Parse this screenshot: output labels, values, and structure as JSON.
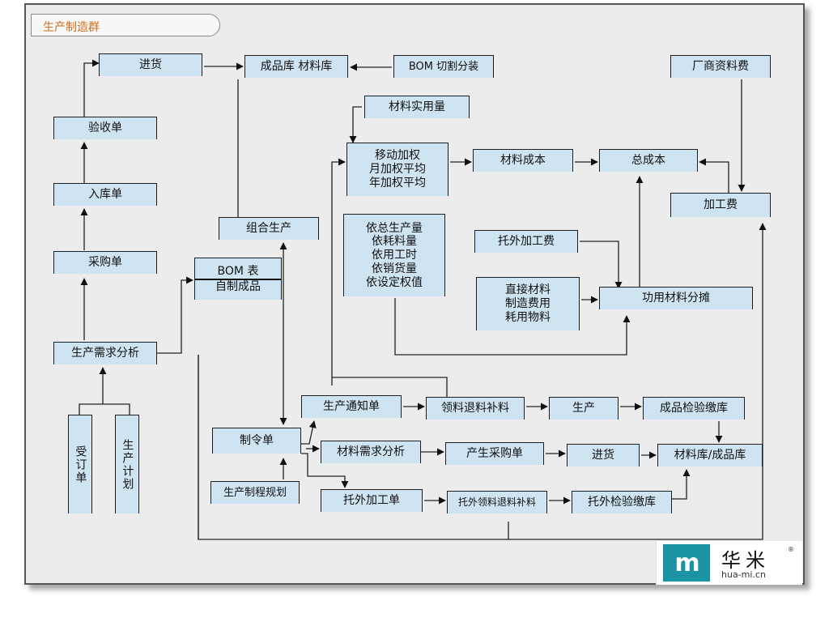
{
  "title": "生产制造群",
  "nodes": {
    "jinhuo_top": "进货",
    "chengpinku": "成品库 材料库",
    "bom_cut": "BOM 切割分装",
    "changshang": "厂商资料费",
    "yanshou": "验收单",
    "cailiao_shiyong": "材料实用量",
    "ruku": "入库单",
    "avg_1": "移动加权",
    "avg_2": "月加权平均",
    "avg_3": "年加权平均",
    "cailiao_chengben": "材料成本",
    "zong_chengben": "总成本",
    "jiagong_fei": "加工费",
    "zuhe": "组合生产",
    "alloc_1": "依总生产量",
    "alloc_2": "依耗料量",
    "alloc_3": "依用工时",
    "alloc_4": "依销货量",
    "alloc_5": "依设定权值",
    "tuowai_fei": "托外加工费",
    "caigou": "采购单",
    "bom_1": "BOM 表",
    "bom_2": "自制成品",
    "direct_1": "直接材料",
    "direct_2": "制造费用",
    "direct_3": "耗用物料",
    "gongyong": "功用材料分摊",
    "xuqiu": "生产需求分析",
    "tongzhi": "生产通知单",
    "lingliao": "领料退料补料",
    "shengchan": "生产",
    "jianyan": "成品检验缴库",
    "shoudingdan": "受订单",
    "jihua": "生产计划",
    "zhiling": "制令单",
    "cailiao_xuqiu": "材料需求分析",
    "chansheng_caigou": "产生采购单",
    "jinhuo_bottom": "进货",
    "kucun": "材料库/成品库",
    "zhicheng": "生产制程规划",
    "tuowai_dan": "托外加工单",
    "tuowai_lingliao": "托外领料退料补料",
    "tuowai_jianyan": "托外检验缴库"
  },
  "logo": {
    "mark": "m",
    "name": "华米",
    "url": "hua-mi.cn",
    "reg": "®"
  }
}
